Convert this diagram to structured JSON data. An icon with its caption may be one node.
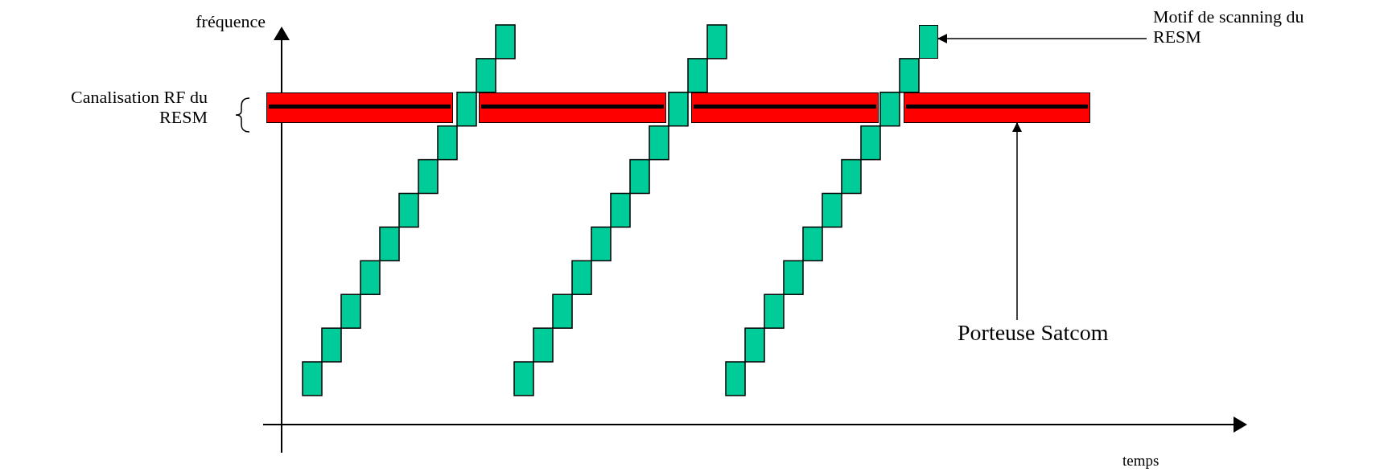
{
  "diagram": {
    "nodes": [
      {
        "text": [
          "Motif de scanning du RESM"
        ]
      },
      {
        "text": [],
        "shape": "box"
      },
      {
        "text": [
          "Porteuse Satcom"
        ]
      },
      {
        "text": [],
        "shape": "bar"
      },
      {
        "text": [],
        "shape": "bar"
      },
      {
        "text": [],
        "shape": "bar"
      },
      {
        "text": [],
        "shape": "bar"
      }
    ],
    "edges": [
      {
        "from": 0,
        "to": 1,
        "arrow": "to"
      },
      {
        "from": 2,
        "to": 6,
        "arrow": "to"
      }
    ],
    "labels": [
      "fréquence",
      "Canalisation RF du RESM",
      "temps"
    ]
  }
}
